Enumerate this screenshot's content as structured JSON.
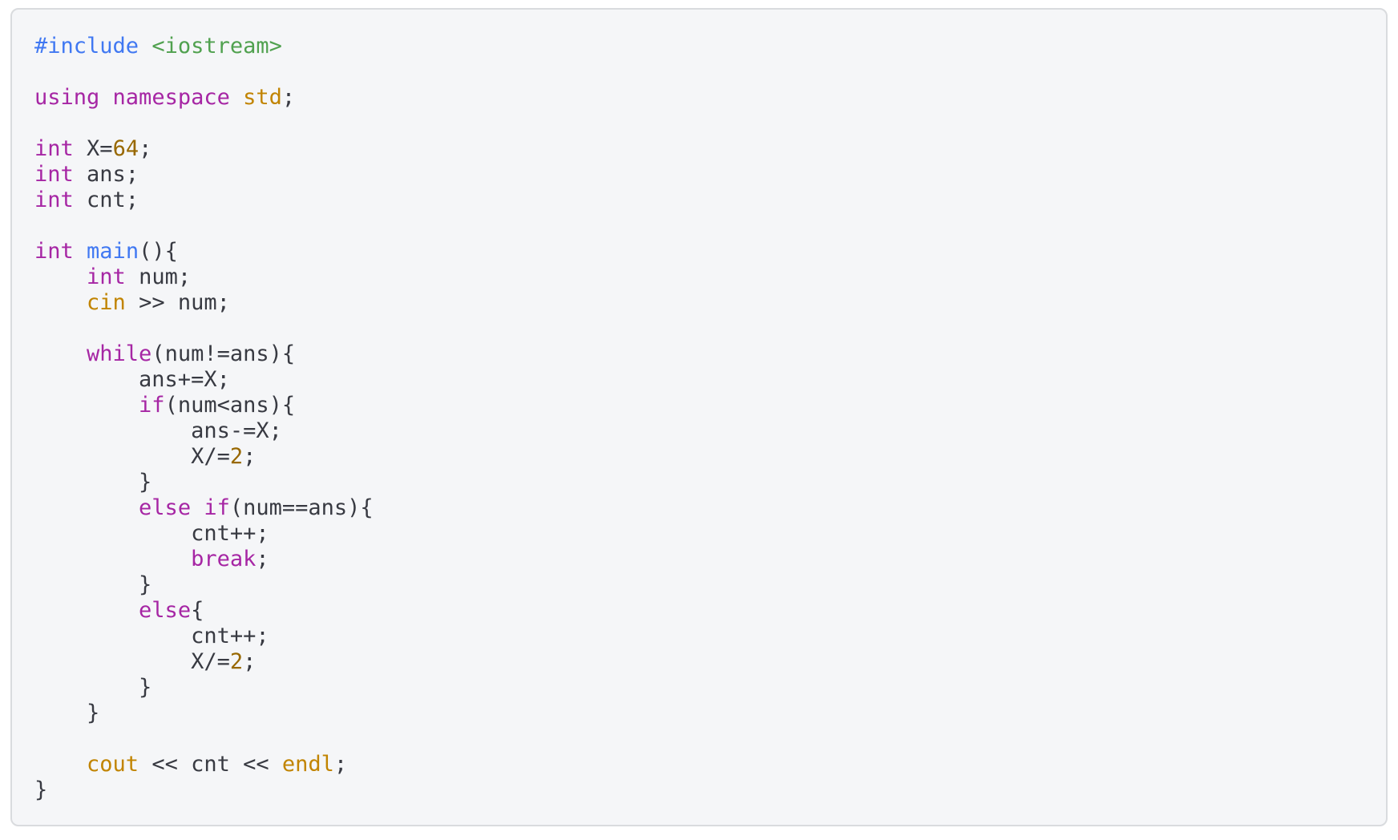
{
  "page": {
    "background_color": "#ffffff"
  },
  "code_block": {
    "language": "cpp",
    "background_color": "#f5f6f8",
    "border_color": "#d9dbde",
    "token_colors": {
      "plain": "#383a42",
      "keyword": "#a626a4",
      "meta": "#4078f2",
      "string": "#50a14f",
      "builtin": "#c18401",
      "number": "#986801",
      "function": "#4078f2"
    },
    "lines": [
      [
        {
          "t": "#include",
          "c": "meta"
        },
        {
          "t": " ",
          "c": "plain"
        },
        {
          "t": "<iostream>",
          "c": "string"
        }
      ],
      [],
      [
        {
          "t": "using",
          "c": "keyword"
        },
        {
          "t": " ",
          "c": "plain"
        },
        {
          "t": "namespace",
          "c": "keyword"
        },
        {
          "t": " ",
          "c": "plain"
        },
        {
          "t": "std",
          "c": "builtin"
        },
        {
          "t": ";",
          "c": "plain"
        }
      ],
      [],
      [
        {
          "t": "int",
          "c": "keyword"
        },
        {
          "t": " X=",
          "c": "plain"
        },
        {
          "t": "64",
          "c": "number"
        },
        {
          "t": ";",
          "c": "plain"
        }
      ],
      [
        {
          "t": "int",
          "c": "keyword"
        },
        {
          "t": " ans;",
          "c": "plain"
        }
      ],
      [
        {
          "t": "int",
          "c": "keyword"
        },
        {
          "t": " cnt;",
          "c": "plain"
        }
      ],
      [],
      [
        {
          "t": "int",
          "c": "keyword"
        },
        {
          "t": " ",
          "c": "plain"
        },
        {
          "t": "main",
          "c": "function"
        },
        {
          "t": "(){",
          "c": "plain"
        }
      ],
      [
        {
          "t": "    ",
          "c": "plain"
        },
        {
          "t": "int",
          "c": "keyword"
        },
        {
          "t": " num;",
          "c": "plain"
        }
      ],
      [
        {
          "t": "    ",
          "c": "plain"
        },
        {
          "t": "cin",
          "c": "builtin"
        },
        {
          "t": " >> num;",
          "c": "plain"
        }
      ],
      [],
      [
        {
          "t": "    ",
          "c": "plain"
        },
        {
          "t": "while",
          "c": "keyword"
        },
        {
          "t": "(num!=ans){",
          "c": "plain"
        }
      ],
      [
        {
          "t": "        ans+=X;",
          "c": "plain"
        }
      ],
      [
        {
          "t": "        ",
          "c": "plain"
        },
        {
          "t": "if",
          "c": "keyword"
        },
        {
          "t": "(num<ans){",
          "c": "plain"
        }
      ],
      [
        {
          "t": "            ans-=X;",
          "c": "plain"
        }
      ],
      [
        {
          "t": "            X/=",
          "c": "plain"
        },
        {
          "t": "2",
          "c": "number"
        },
        {
          "t": ";",
          "c": "plain"
        }
      ],
      [
        {
          "t": "        }",
          "c": "plain"
        }
      ],
      [
        {
          "t": "        ",
          "c": "plain"
        },
        {
          "t": "else",
          "c": "keyword"
        },
        {
          "t": " ",
          "c": "plain"
        },
        {
          "t": "if",
          "c": "keyword"
        },
        {
          "t": "(num==ans){",
          "c": "plain"
        }
      ],
      [
        {
          "t": "            cnt++;",
          "c": "plain"
        }
      ],
      [
        {
          "t": "            ",
          "c": "plain"
        },
        {
          "t": "break",
          "c": "keyword"
        },
        {
          "t": ";",
          "c": "plain"
        }
      ],
      [
        {
          "t": "        }",
          "c": "plain"
        }
      ],
      [
        {
          "t": "        ",
          "c": "plain"
        },
        {
          "t": "else",
          "c": "keyword"
        },
        {
          "t": "{",
          "c": "plain"
        }
      ],
      [
        {
          "t": "            cnt++;",
          "c": "plain"
        }
      ],
      [
        {
          "t": "            X/=",
          "c": "plain"
        },
        {
          "t": "2",
          "c": "number"
        },
        {
          "t": ";",
          "c": "plain"
        }
      ],
      [
        {
          "t": "        }",
          "c": "plain"
        }
      ],
      [
        {
          "t": "    }",
          "c": "plain"
        }
      ],
      [],
      [
        {
          "t": "    ",
          "c": "plain"
        },
        {
          "t": "cout",
          "c": "builtin"
        },
        {
          "t": " << cnt << ",
          "c": "plain"
        },
        {
          "t": "endl",
          "c": "builtin"
        },
        {
          "t": ";",
          "c": "plain"
        }
      ],
      [
        {
          "t": "}",
          "c": "plain"
        }
      ]
    ]
  }
}
